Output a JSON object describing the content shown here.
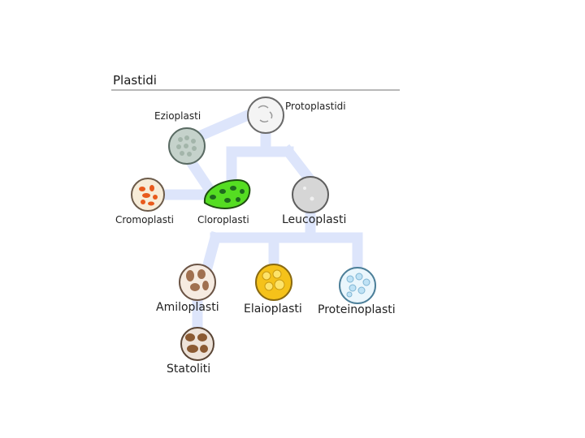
{
  "title": "Plastidi",
  "nodes": {
    "protoplastidi": "Protoplastidi",
    "ezioplasti": "Ezioplasti",
    "cromoplasti": "Cromoplasti",
    "cloroplasti": "Cloroplasti",
    "leucoplasti": "Leucoplasti",
    "amiloplasti": "Amiloplasti",
    "elaioplasti": "Elaioplasti",
    "proteinoplasti": "Proteinoplasti",
    "statoliti": "Statoliti"
  },
  "colors": {
    "connector": "#dde5fb",
    "outline": "#555555",
    "chloroplast_green": "#55dd22",
    "amyloplast_brown": "#a07050",
    "elaioplast_yellow": "#f5c21a",
    "proteinoplast_blue": "#bfe2f5"
  }
}
